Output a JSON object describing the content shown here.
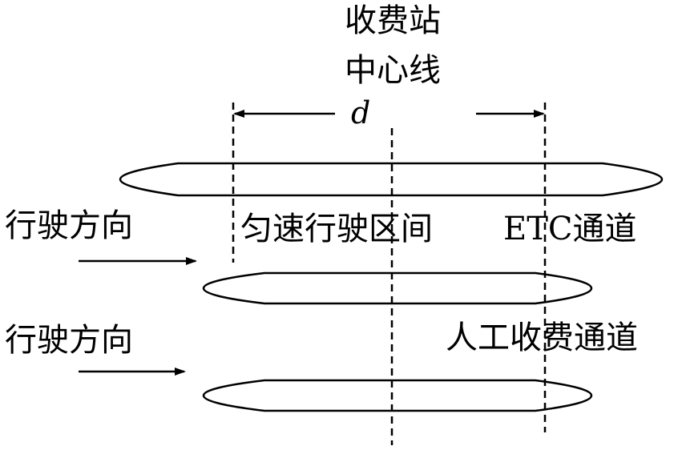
{
  "center_title_line1": "收费站",
  "center_title_line2": "中心线",
  "distance_symbol": "d",
  "direction_label_1": "行驶方向",
  "direction_label_2": "行驶方向",
  "uniform_zone_label": "匀速行驶区间",
  "etc_lane_label": "ETC通道",
  "manual_lane_label": "人工收费通道"
}
